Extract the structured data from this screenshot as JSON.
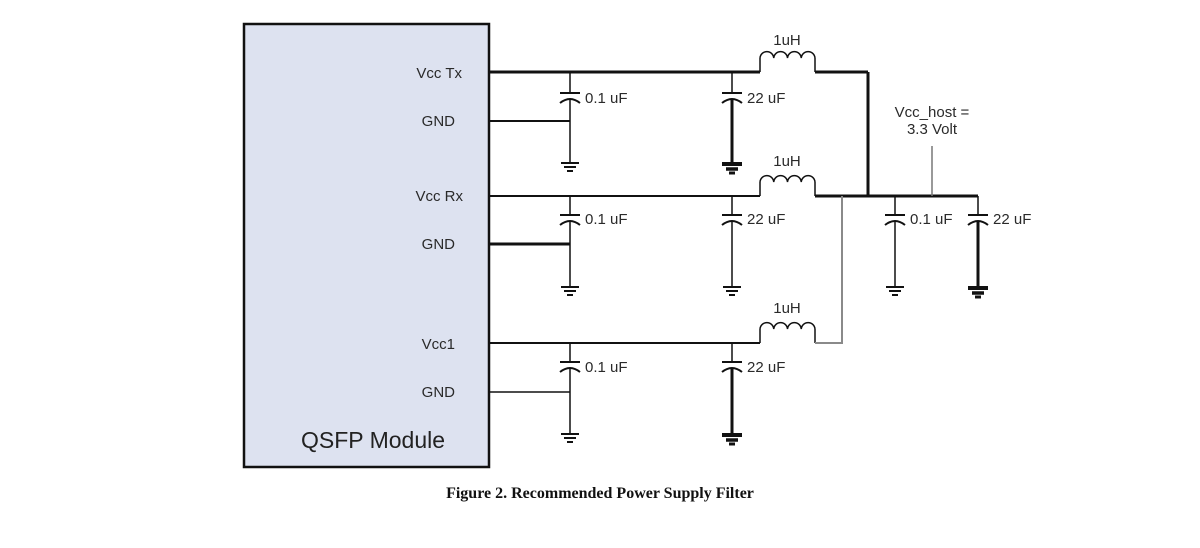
{
  "module": {
    "title": "QSFP Module",
    "pins": {
      "vcc_tx": "Vcc Tx",
      "gnd_1": "GND",
      "vcc_rx": "Vcc Rx",
      "gnd_2": "GND",
      "vcc1": "Vcc1",
      "gnd_3": "GND"
    }
  },
  "components": {
    "cap_small": "0.1 uF",
    "cap_large": "22  uF",
    "cap_host_small": "0.1 uF",
    "cap_host_large": "22 uF",
    "inductor": "1uH"
  },
  "host": {
    "label_line1": "Vcc_host =",
    "label_line2": "3.3 Volt"
  },
  "caption": "Figure 2. Recommended Power Supply Filter",
  "colors": {
    "module_fill": "#dde2f0",
    "wire": "#111111",
    "gray_wire": "#8a8a8a"
  }
}
